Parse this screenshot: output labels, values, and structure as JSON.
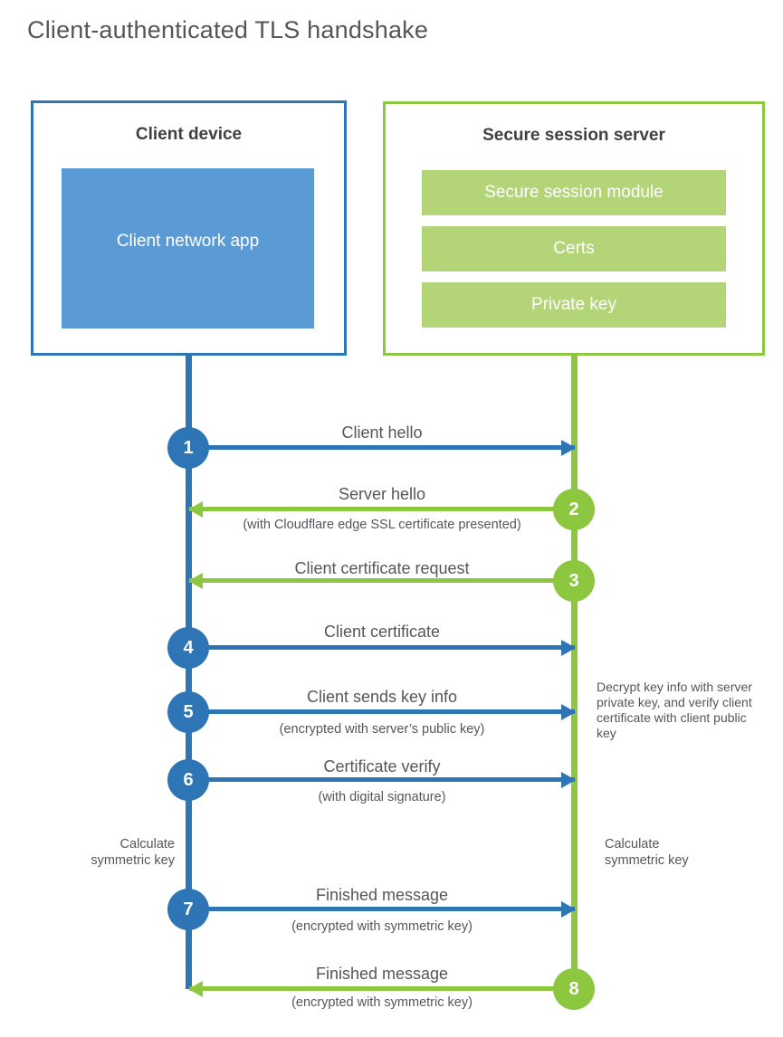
{
  "title": "Client-authenticated TLS handshake",
  "client_box": {
    "title": "Client device",
    "app_label": "Client network app"
  },
  "server_box": {
    "title": "Secure session server",
    "modules": [
      "Secure session module",
      "Certs",
      "Private key"
    ]
  },
  "steps": [
    {
      "num": "1",
      "actor": "client",
      "direction": "right",
      "label": "Client hello",
      "sub": ""
    },
    {
      "num": "2",
      "actor": "server",
      "direction": "left",
      "label": "Server hello",
      "sub": "(with Cloudflare edge SSL certificate presented)"
    },
    {
      "num": "3",
      "actor": "server",
      "direction": "left",
      "label": "Client certificate request",
      "sub": ""
    },
    {
      "num": "4",
      "actor": "client",
      "direction": "right",
      "label": "Client certificate",
      "sub": ""
    },
    {
      "num": "5",
      "actor": "client",
      "direction": "right",
      "label": "Client sends key info",
      "sub": "(encrypted with server’s public key)"
    },
    {
      "num": "6",
      "actor": "client",
      "direction": "right",
      "label": "Certificate verify",
      "sub": "(with digital signature)"
    },
    {
      "num": "7",
      "actor": "client",
      "direction": "right",
      "label": "Finished message",
      "sub": "(encrypted with symmetric key)"
    },
    {
      "num": "8",
      "actor": "server",
      "direction": "left",
      "label": "Finished message",
      "sub": "(encrypted with symmetric key)"
    }
  ],
  "annotations": {
    "calc_left": "Calculate symmetric key",
    "calc_right": "Calculate symmetric key",
    "decrypt_note": "Decrypt key info with server private key, and verify client certificate with client public key"
  },
  "colors": {
    "blue": "#2e75b6",
    "blue_fill": "#5b9bd5",
    "green": "#8dc63f",
    "green_fill": "#b4d478",
    "title_text": "#54565a",
    "label_text": "#55565a"
  }
}
